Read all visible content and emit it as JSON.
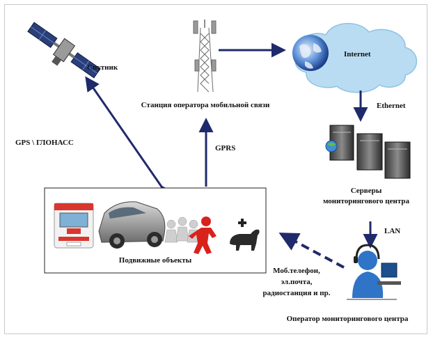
{
  "nodes": {
    "satellite": {
      "label": "Спутник",
      "icon": "satellite-icon"
    },
    "tower": {
      "label": "Станция оператора мобильной связи",
      "icon": "cell-tower-icon"
    },
    "internet": {
      "label": "Internet",
      "icon": "cloud-globe-icon"
    },
    "servers": {
      "label_line1": "Серверы",
      "label_line2": "мониторингового центра",
      "icon": "server-rack-icon"
    },
    "objects": {
      "label": "Подвижные объекты",
      "icons": [
        "ambulance-icon",
        "car-icon",
        "people-icon",
        "dog-icon"
      ]
    },
    "operator": {
      "label": "Оператор мониторингового центра",
      "icon": "operator-headset-icon"
    }
  },
  "edges": {
    "gps": {
      "label": "GPS \\ ГЛОНАСС"
    },
    "gprs": {
      "label": "GPRS"
    },
    "ethernet": {
      "label": "Ethernet"
    },
    "lan": {
      "label": "LAN"
    },
    "comm": {
      "label_line1": "Моб.телефон,",
      "label_line2": "эл.почта,",
      "label_line3": "радиостанция и пр."
    }
  },
  "colors": {
    "arrow": "#1f2a6b",
    "cloud": "#b9dcf2",
    "box_border": "#222222"
  }
}
